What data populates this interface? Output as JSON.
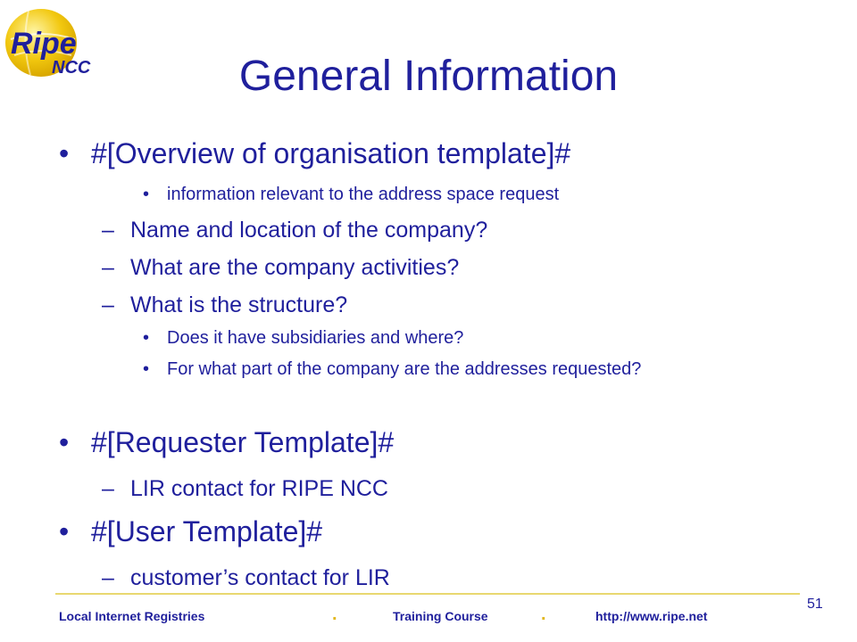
{
  "logo": {
    "word": "Ripe",
    "sub": "NCC"
  },
  "slide": {
    "title": "General Information",
    "items": [
      {
        "bullet": "•",
        "text": "#[Overview of organisation template]#"
      },
      {
        "bullet": "•",
        "text": "information relevant to the address space request"
      },
      {
        "bullet": "–",
        "text": "Name and location of the company?"
      },
      {
        "bullet": "–",
        "text": "What are the company activities?"
      },
      {
        "bullet": "–",
        "text": "What is the structure?"
      },
      {
        "bullet": "•",
        "text": "Does it have subsidiaries and where?"
      },
      {
        "bullet": "•",
        "text": "For what part of the company are the addresses requested?"
      },
      {
        "bullet": "•",
        "text": "#[Requester Template]#"
      },
      {
        "bullet": "–",
        "text": "LIR contact for RIPE NCC"
      },
      {
        "bullet": "•",
        "text": "#[User Template]#"
      },
      {
        "bullet": "–",
        "text": "customer’s contact for LIR"
      }
    ]
  },
  "footer": {
    "left": "Local Internet Registries",
    "sep": ".",
    "middle": "Training Course",
    "right": "http://www.ripe.net",
    "page": "51"
  },
  "colors": {
    "text": "#1f1f9c",
    "rule": "#e9d870",
    "separator": "#e2b820",
    "logo_globe": "#f2c80f"
  }
}
